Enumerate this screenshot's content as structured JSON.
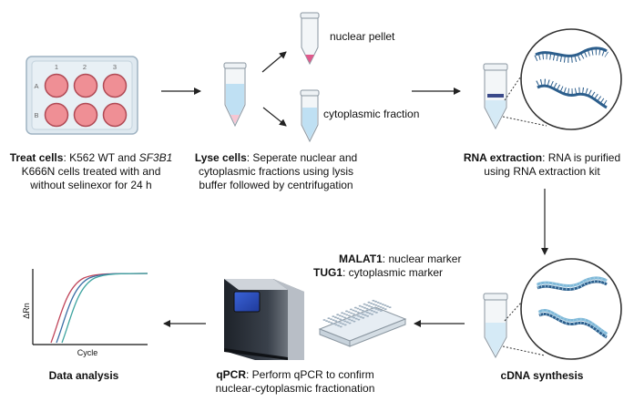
{
  "plate": {
    "columns": [
      "1",
      "2",
      "3"
    ],
    "rows": [
      "A",
      "B"
    ]
  },
  "tube_labels": {
    "nuclear": "nuclear pellet",
    "cyto": "cytoplasmic fraction"
  },
  "markers": {
    "malat1_name": "MALAT1",
    "malat1_desc": ": nuclear marker",
    "tug1_name": "TUG1",
    "tug1_desc": ": cytoplasmic marker"
  },
  "chart": {
    "ylabel": "ΔRn",
    "xlabel": "Cycle"
  },
  "steps": {
    "treat": {
      "title": "Treat cells",
      "t1": ": K562 WT and ",
      "gene": "SF3B1",
      "t2": "K666N cells treated with and",
      "t3": "without selinexor for 24 h"
    },
    "lyse": {
      "title": "Lyse cells",
      "t1": ": Seperate nuclear and",
      "t2": "cytoplasmic fractions using lysis",
      "t3": "buffer followed by centrifugation"
    },
    "rna": {
      "title": "RNA extraction",
      "t1": ": RNA is purified",
      "t2": "using RNA extraction kit"
    },
    "cdna": {
      "title": "cDNA synthesis"
    },
    "qpcr": {
      "title": "qPCR",
      "t1": ": Perform qPCR to confirm",
      "t2": "nuclear-cytoplasmic fractionation"
    },
    "analysis": {
      "title": "Data analysis"
    }
  },
  "colors": {
    "well": "#ef8f95",
    "plate": "#d9e7ef",
    "tube_liquid_blue": "#bfe0f3",
    "pellet": "#e05a8c",
    "rna_strand": "#2c5e8c",
    "cdna_strand": "#7fb9d9",
    "curve_red": "#c0455a",
    "curve_blue": "#3b6ea5",
    "curve_teal": "#3fa4a0"
  },
  "icons": [
    "well-plate-icon",
    "tube-icon",
    "rna-strand-icon",
    "pcr-plate-icon",
    "qpcr-machine-icon",
    "amplification-chart-icon",
    "arrow-icon"
  ]
}
